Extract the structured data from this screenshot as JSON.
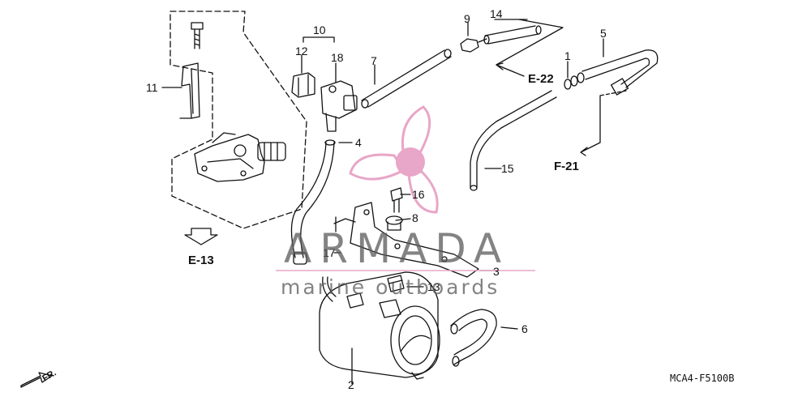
{
  "diagram": {
    "part_labels": {
      "p1": "1",
      "p2": "2",
      "p3": "3",
      "p4": "4",
      "p5": "5",
      "p6": "6",
      "p7": "7",
      "p8": "8",
      "p9": "9",
      "p10": "10",
      "p11": "11",
      "p12": "12",
      "p13": "13",
      "p14": "14",
      "p15": "15",
      "p16": "16",
      "p17": "17",
      "p18": "18"
    },
    "references": {
      "e13": "E-13",
      "e22": "E-22",
      "f21": "F-21"
    },
    "drawing_code": "MCA4-F5100B",
    "front_marker": "FR."
  },
  "watermark": {
    "brand": "ARMADA",
    "tagline": "marine outboards",
    "accent_color": "#e8a6c8"
  }
}
